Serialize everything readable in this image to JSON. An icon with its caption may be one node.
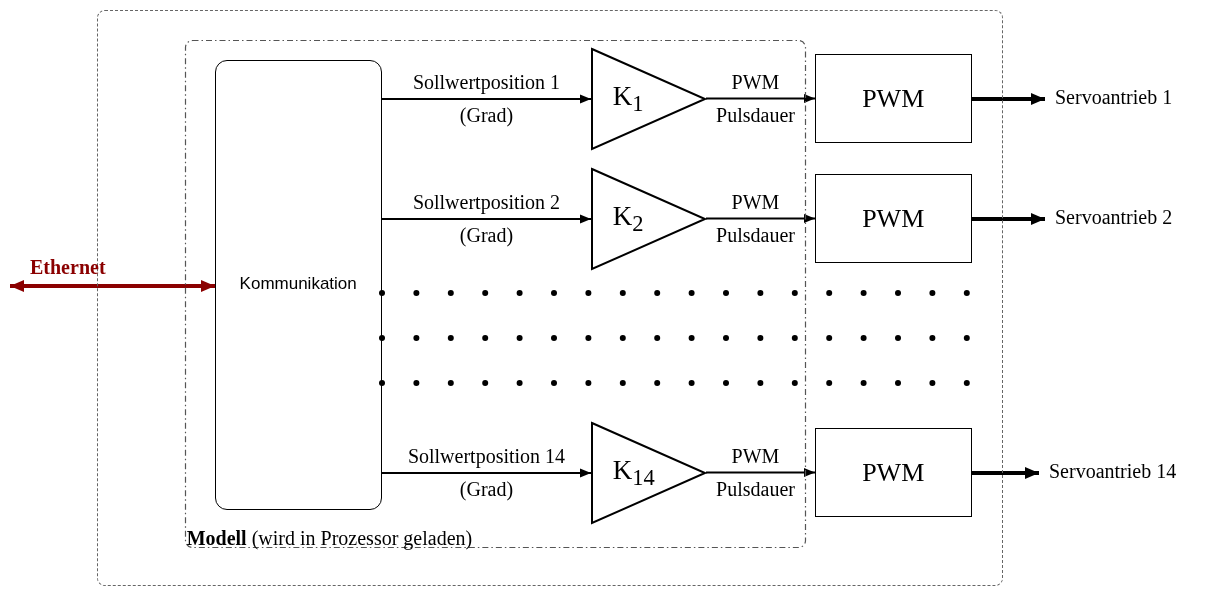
{
  "diagram": {
    "nodes": [
      {
        "text": [],
        "shape": "box"
      },
      {
        "text": [
          "**Modell** (wird in Prozessor geladen)"
        ],
        "in": 0
      },
      {
        "text": [
          "Kommunikation"
        ],
        "in": 1
      },
      {
        "text": [
          "K$_{1}$"
        ],
        "in": 1
      },
      {
        "text": [
          "K$_{2}$"
        ],
        "in": 1
      },
      {
        "text": [
          "K$_{14}$"
        ],
        "in": 1
      },
      {
        "text": [
          "PWM"
        ],
        "in": 0
      },
      {
        "text": [
          "PWM"
        ],
        "in": 0
      },
      {
        "text": [
          "PWM"
        ],
        "in": 0
      },
      {
        "text": [
          "Servoantrieb 1"
        ]
      },
      {
        "text": [
          "Servoantrieb 2"
        ]
      },
      {
        "text": [
          "Servoantrieb 14"
        ]
      }
    ],
    "edges": [
      {
        "from": null,
        "to": 2,
        "arrow": "both",
        "label": "Ethernet",
        "style": "thick",
        "color": "#8b0000"
      },
      {
        "from": 2,
        "to": 3,
        "arrow": "to",
        "label": "Sollwertposition 1 (Grad)"
      },
      {
        "from": 2,
        "to": 4,
        "arrow": "to",
        "label": "Sollwertposition 2 (Grad)"
      },
      {
        "from": 2,
        "to": 5,
        "arrow": "to",
        "label": "Sollwertposition 14 (Grad)"
      },
      {
        "from": 3,
        "to": 6,
        "arrow": "to",
        "label": "PWM Pulsdauer"
      },
      {
        "from": 4,
        "to": 7,
        "arrow": "to",
        "label": "PWM Pulsdauer"
      },
      {
        "from": 5,
        "to": 8,
        "arrow": "to",
        "label": "PWM Pulsdauer"
      },
      {
        "from": 6,
        "to": 9,
        "arrow": "to",
        "style": "thick"
      },
      {
        "from": 7,
        "to": 10,
        "arrow": "to",
        "style": "thick"
      },
      {
        "from": 8,
        "to": 11,
        "arrow": "to",
        "style": "thick"
      }
    ]
  }
}
